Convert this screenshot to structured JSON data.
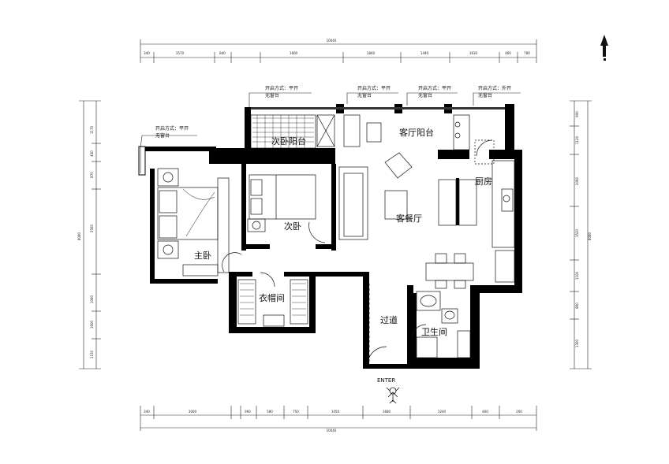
{
  "rooms": {
    "living_balcony": "客厅阳台",
    "second_balcony": "次卧阳台",
    "second_bedroom": "次卧",
    "master_bedroom": "主卧",
    "living_dining": "客餐厅",
    "kitchen": "厨房",
    "closet": "衣帽间",
    "corridor": "过道",
    "bathroom": "卫生间"
  },
  "window_notes": {
    "line1": "开启方式：平开",
    "line2": "无窗台",
    "line1_alt": "开启方式：外开"
  },
  "entry_label": "ENTER",
  "dimensions": {
    "top_total": "10040",
    "bottom_total": "10040",
    "left_total": "8080",
    "right_total": "8080",
    "top_segments": [
      "340",
      "3570",
      "840",
      "1600",
      "1840",
      "1440",
      "1630",
      "460",
      "780"
    ],
    "bottom_segments": [
      "340",
      "3000",
      "900",
      "580",
      "750",
      "1050",
      "1680",
      "1240",
      "460",
      "200"
    ],
    "left_segments": [
      "1170",
      "450",
      "870",
      "3560",
      "1060",
      "1600",
      "1150"
    ],
    "right_segments": [
      "900",
      "1120",
      "2060",
      "1520",
      "1100",
      "860",
      "1300"
    ]
  },
  "icons": {
    "north_arrow": "north-arrow-icon",
    "entry": "entry-person-icon"
  }
}
